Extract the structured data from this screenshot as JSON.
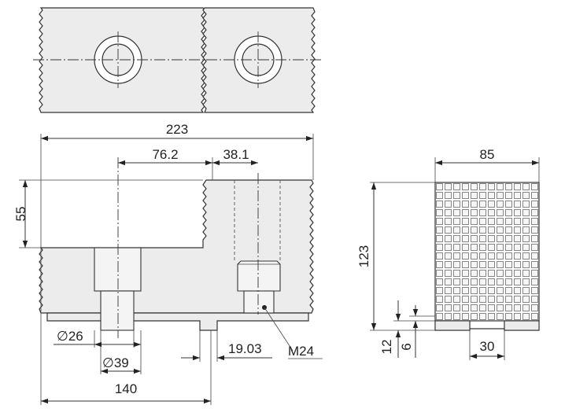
{
  "dimensions": {
    "overall_length": "223",
    "hole_spacing": "76.2",
    "half_spacing": "38.1",
    "height": "55",
    "counterbore_dia": "26",
    "step_dia": "39",
    "base_length": "140",
    "offset": "19.03",
    "thread": "M24",
    "side_width": "85",
    "side_height": "123",
    "tooth_step": "12",
    "tooth_depth": "6",
    "slot_width": "30"
  },
  "symbols": {
    "diameter": "∅"
  }
}
